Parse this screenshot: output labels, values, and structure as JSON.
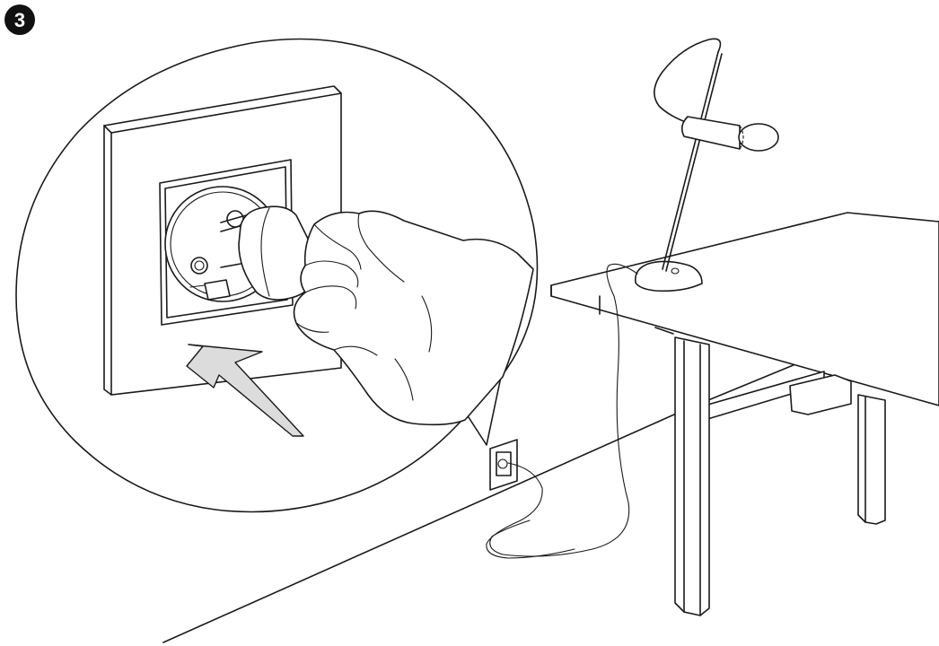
{
  "step": {
    "number": "3"
  },
  "colors": {
    "line": "#1a1a1a",
    "badge_fill": "#111111",
    "arrow_fill": "#dcdcdc",
    "background": "#ffffff"
  },
  "elements": {
    "magnified_view": "wall-socket-with-hand-inserting-plug",
    "arrow": "insert-direction-arrow",
    "scene": "desk-lamp-on-table-with-cable-to-wall-socket"
  }
}
